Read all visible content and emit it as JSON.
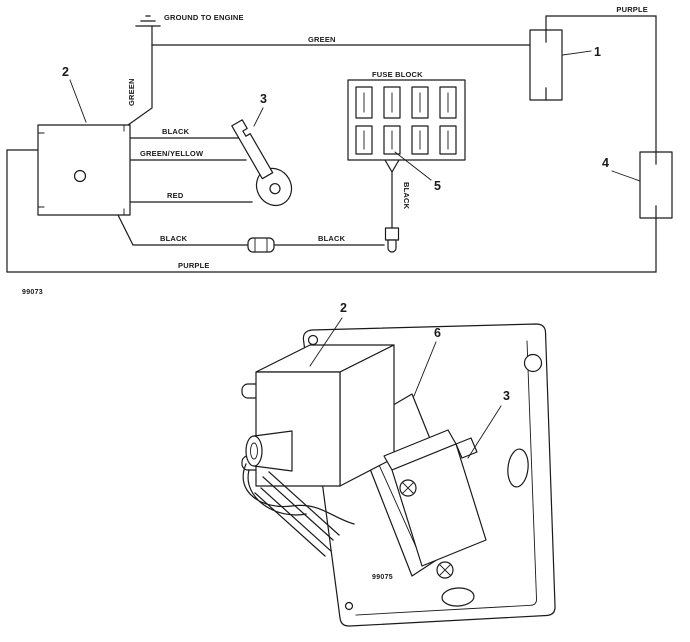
{
  "schematic": {
    "ground_label": "GROUND TO ENGINE",
    "fuse_block_label": "FUSE BLOCK",
    "wires": {
      "green_top": "GREEN",
      "green_vertical": "GREEN",
      "purple_top": "PURPLE",
      "black_key": "BLACK",
      "green_yellow": "GREEN/YELLOW",
      "red": "RED",
      "black_lower_left": "BLACK",
      "black_lower_right": "BLACK",
      "black_fuse_drop": "BLACK",
      "purple_bottom": "PURPLE"
    },
    "callouts": {
      "item1": "1",
      "item2": "2",
      "item3": "3",
      "item4": "4",
      "item5": "5"
    },
    "figure_number": "99073"
  },
  "assembly": {
    "callouts": {
      "item2": "2",
      "item6": "6",
      "item3": "3"
    },
    "figure_number": "99075"
  },
  "colors": {
    "line": "#1a1a1a",
    "background": "#ffffff"
  }
}
